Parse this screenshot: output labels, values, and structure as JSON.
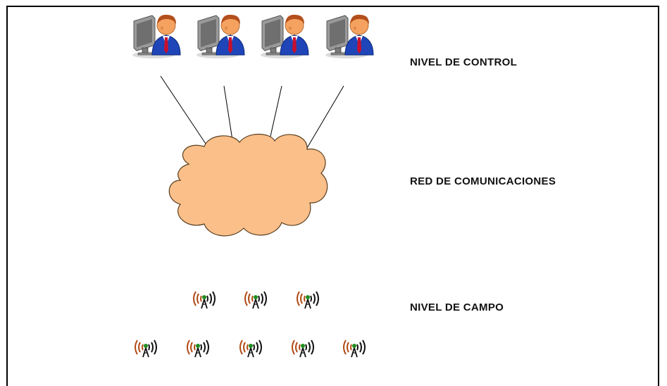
{
  "levels": {
    "control": "NIVEL DE CONTROL",
    "network": "RED DE COMUNICACIONES",
    "field": "NIVEL DE CAMPO"
  },
  "icons": {
    "operator": "operator-workstation-icon",
    "cloud": "network-cloud-icon",
    "sensor": "wireless-sensor-icon"
  },
  "colors": {
    "cloud_fill": "#fbbf8a",
    "cloud_stroke": "#5a4020",
    "suit": "#1f45b8",
    "face": "#f5a260",
    "hair": "#b24f1b",
    "tie": "#c8102e",
    "monitor": "#8a8a8a",
    "wave": "#b04a15",
    "antenna": "#1f8f1f"
  }
}
